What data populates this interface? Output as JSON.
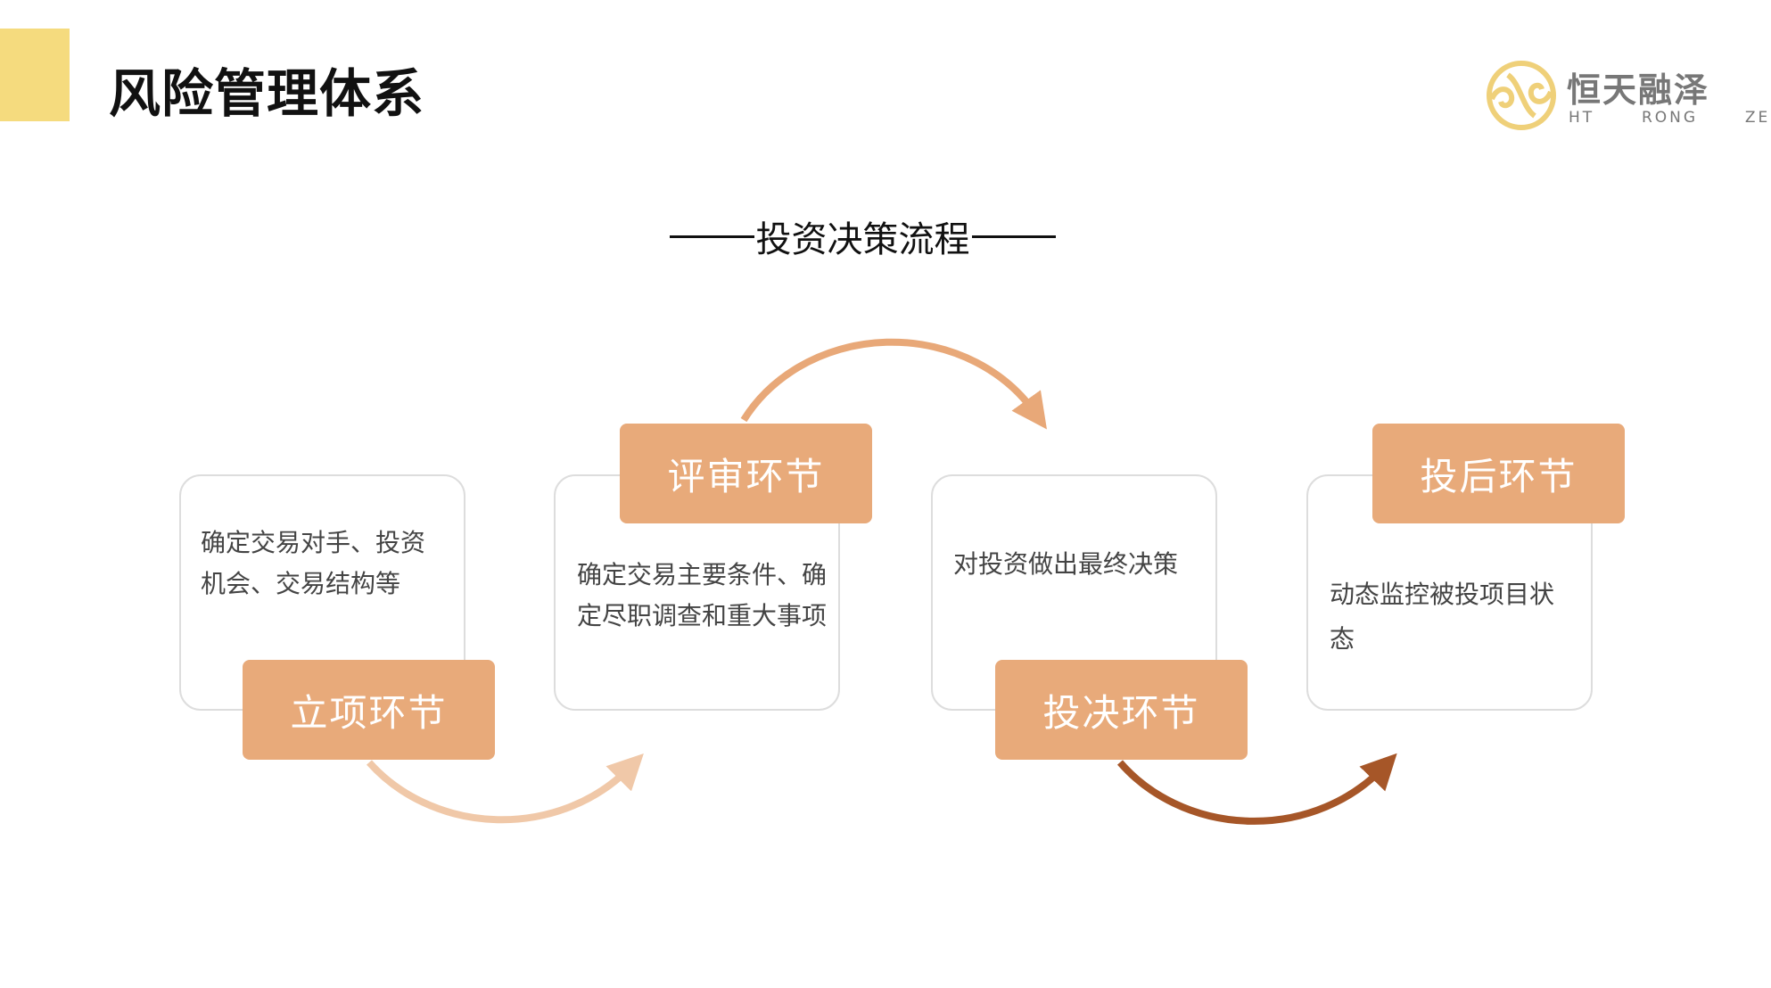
{
  "header": {
    "title": "风险管理体系"
  },
  "logo": {
    "name_cn": "恒天融泽",
    "name_en": "HT  RONG  ZE"
  },
  "subtitle": "投资决策流程",
  "stages": [
    {
      "label": "立项环节",
      "description": "确定交易对手、投资机会、交易结构等"
    },
    {
      "label": "评审环节",
      "description": "确定交易主要条件、确定尽职调查和重大事项"
    },
    {
      "label": "投决环节",
      "description": "对投资做出最终决策"
    },
    {
      "label": "投后环节",
      "description": "动态监控被投项目状态"
    }
  ],
  "colors": {
    "accent": "#F5DB7E",
    "label": "#E8AA7A",
    "arrow1": "#F0C8A8",
    "arrow2": "#E8A878",
    "arrow3": "#A65628"
  }
}
